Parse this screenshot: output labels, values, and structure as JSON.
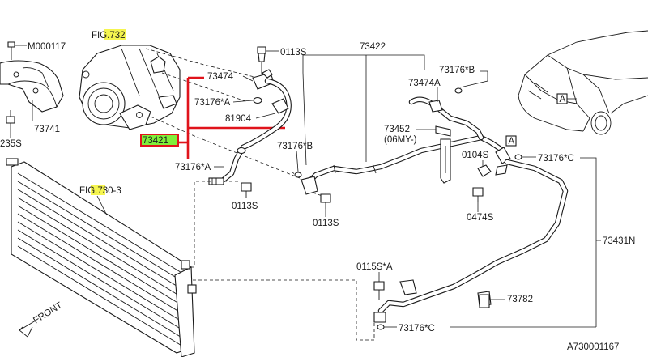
{
  "diagram_id": "A730001167",
  "fig_refs": {
    "compressor_fig": "FIG.732",
    "condenser_fig": "FIG.730-3",
    "highlight_text": "73"
  },
  "parts": {
    "m000117": "M000117",
    "p73741": "73741",
    "p235s": "235S",
    "p0113s_top": "0113S",
    "p73474": "73474",
    "p73176a_1": "73176*A",
    "p81904": "81904",
    "p73421": "73421",
    "p73176a_2": "73176*A",
    "p0113s_mid": "0113S",
    "p73176b_1": "73176*B",
    "p0113s_low": "0113S",
    "p73422": "73422",
    "p73176b_2": "73176*B",
    "p73474a": "73474A",
    "p73452": "73452",
    "p06my": "(06MY-)",
    "p0104s": "0104S",
    "p0474s": "0474S",
    "p73176c_1": "73176*C",
    "p73431n": "73431N",
    "p0115sa": "0115S*A",
    "p73782": "73782",
    "p73176c_2": "73176*C"
  },
  "view_marker": "A",
  "front_label": "FRONT",
  "highlight_colors": {
    "fig_highlight": "#f5f550",
    "selected_part_highlight": "#7fee3a",
    "selection_box": "#e0131b"
  },
  "selected_part": "73421"
}
